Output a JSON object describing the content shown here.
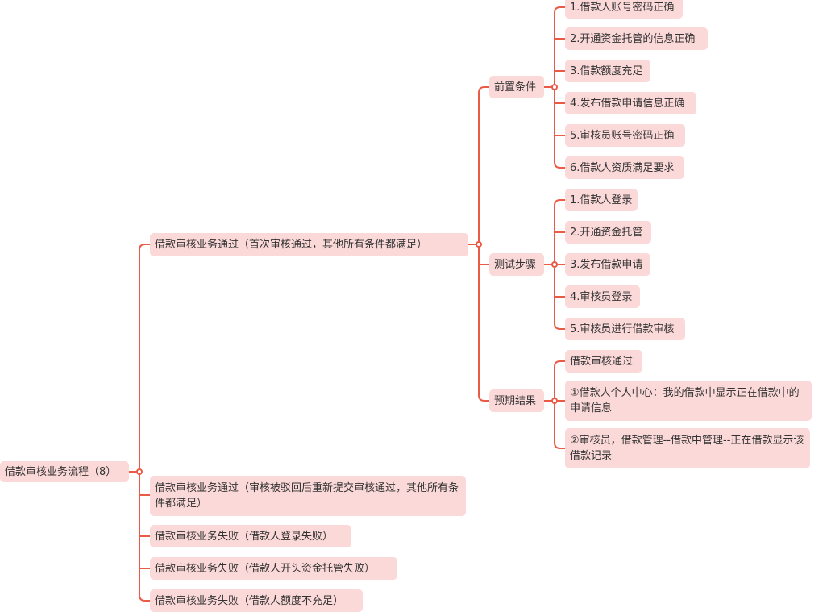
{
  "colors": {
    "line": "#ea5a47",
    "node_fill": "#fcd9d9",
    "text": "#333333"
  },
  "mindmap": {
    "root": {
      "label": "借款审核业务流程（8）"
    },
    "branch1": {
      "label": "借款审核业务通过（首次审核通过，其他所有条件都满足）",
      "preconditions": {
        "label": "前置条件",
        "items": [
          "1.借款人账号密码正确",
          "2.开通资金托管的信息正确",
          "3.借款额度充足",
          "4.发布借款申请信息正确",
          "5.审核员账号密码正确",
          "6.借款人资质满足要求"
        ]
      },
      "steps": {
        "label": "测试步骤",
        "items": [
          "1.借款人登录",
          "2.开通资金托管",
          "3.发布借款申请",
          "4.审核员登录",
          "5.审核员进行借款审核"
        ]
      },
      "expected": {
        "label": "预期结果",
        "items": [
          "借款审核通过",
          "①借款人个人中心：我的借款中显示正在借款中的申请信息",
          "②审核员，借款管理--借款中管理--正在借款显示该借款记录"
        ]
      }
    },
    "branch2": {
      "label": "借款审核业务通过（审核被驳回后重新提交审核通过，其他所有条件都满足）"
    },
    "branch3": {
      "label": "借款审核业务失败（借款人登录失败）"
    },
    "branch4": {
      "label": "借款审核业务失败（借款人开头资金托管失败）"
    },
    "branch5": {
      "label": "借款审核业务失败（借款人额度不充足）"
    }
  }
}
